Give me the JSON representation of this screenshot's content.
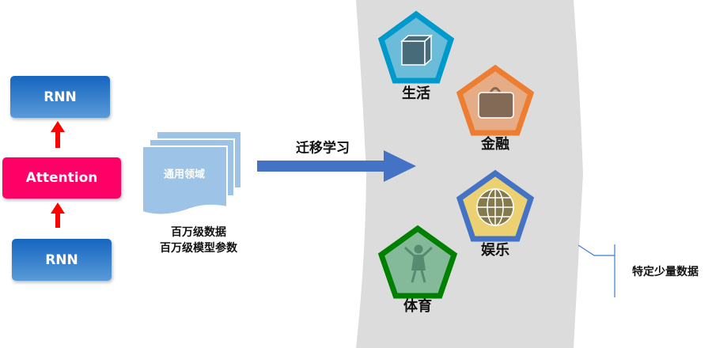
{
  "model": {
    "rnn_top": "RNN",
    "attention": "Attention",
    "rnn_bottom": "RNN"
  },
  "source": {
    "doc_label": "通用领域",
    "caption_line1": "百万级数据",
    "caption_line2": "百万级模型参数"
  },
  "transfer": {
    "label": "迁移学习"
  },
  "domains": [
    {
      "label": "生活",
      "icon": "cube-icon"
    },
    {
      "label": "金融",
      "icon": "briefcase-icon"
    },
    {
      "label": "娱乐",
      "icon": "globe-icon"
    },
    {
      "label": "体育",
      "icon": "person-icon"
    }
  ],
  "annotation": {
    "label": "特定少量数据"
  },
  "colors": {
    "rnn": "#1565c0",
    "attention": "#ff0066",
    "arrow_red": "#ff0000",
    "arrow_blue": "#4472c4",
    "band": "#dcdcdc"
  }
}
